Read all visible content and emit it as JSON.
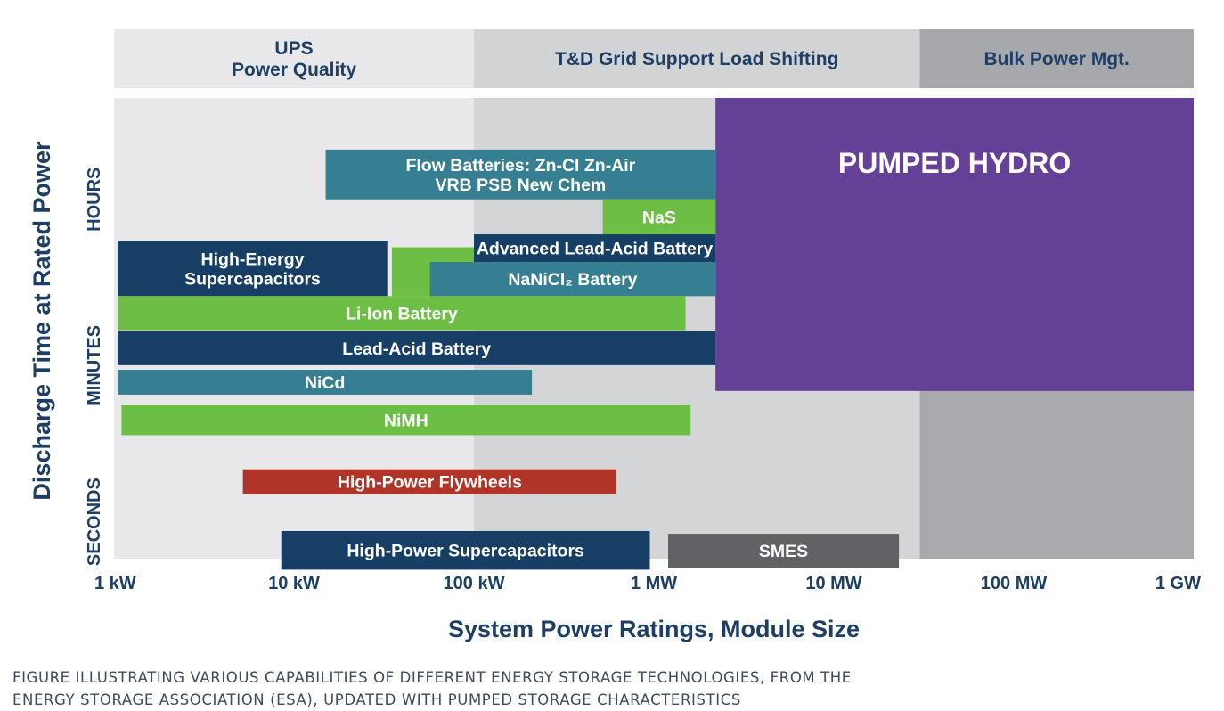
{
  "chart_data": {
    "type": "bar",
    "orientation": "horizontal-range",
    "xlabel": "System Power Ratings, Module Size",
    "ylabel": "Discharge Time at Rated Power",
    "x_scale": "log",
    "x_ticks": [
      "1 kW",
      "10 kW",
      "100 kW",
      "1 MW",
      "10 MW",
      "100 MW",
      "1 GW"
    ],
    "y_ticks": [
      "HOURS",
      "MINUTES",
      "SECONDS"
    ],
    "bands": [
      {
        "label_lines": [
          "UPS",
          "Power Quality"
        ],
        "x_start_kw": 1,
        "x_end_kw": 100,
        "header_color": "#e8e8ea",
        "body_color": "#e8e8ea"
      },
      {
        "label_lines": [
          "T&D Grid Support Load Shifting"
        ],
        "x_start_kw": 100,
        "x_end_kw": 30000,
        "header_color": "#d2d3d5",
        "body_color": "#d4d5d7"
      },
      {
        "label_lines": [
          "Bulk Power Mgt."
        ],
        "x_start_kw": 30000,
        "x_end_kw": 1000000,
        "header_color": "#a7a8ab",
        "body_color": "#a9aaad"
      }
    ],
    "technologies": [
      {
        "lines": [
          "PUMPED HYDRO"
        ],
        "x_start_kw": 2200,
        "x_end_kw": 1000000,
        "row": [
          0.0,
          3.18
        ],
        "color": "#654097",
        "label_at": 0.22
      },
      {
        "lines": [
          "Flow Batteries: Zn-Cl    Zn-Air",
          "VRB          PSB          New Chem"
        ],
        "x_start_kw": 15,
        "x_end_kw": 2200,
        "row": [
          0.56,
          1.1
        ],
        "color": "#367f92"
      },
      {
        "lines": [
          "NaS"
        ],
        "x_start_kw": 520,
        "x_end_kw": 2200,
        "row": [
          1.1,
          1.48
        ],
        "color": "#6dbe45"
      },
      {
        "lines": [
          ""
        ],
        "x_start_kw": 35,
        "x_end_kw": 100,
        "row": [
          1.62,
          2.15
        ],
        "color": "#6dbe45"
      },
      {
        "lines": [
          "High-Energy",
          "Supercapacitors"
        ],
        "x_start_kw": 1.05,
        "x_end_kw": 33,
        "row": [
          1.55,
          2.15
        ],
        "color": "#173f66"
      },
      {
        "lines": [
          "Advanced Lead-Acid Battery"
        ],
        "x_start_kw": 100,
        "x_end_kw": 2200,
        "row": [
          1.48,
          1.78
        ],
        "color": "#173f66"
      },
      {
        "lines": [
          "NaNiCl₂ Battery"
        ],
        "x_start_kw": 57,
        "x_end_kw": 2200,
        "row": [
          1.78,
          2.15
        ],
        "color": "#367f92"
      },
      {
        "lines": [
          "Li-Ion Battery"
        ],
        "x_start_kw": 1.05,
        "x_end_kw": 1500,
        "row": [
          2.15,
          2.52
        ],
        "color": "#6dbe45"
      },
      {
        "lines": [
          "Lead-Acid Battery"
        ],
        "x_start_kw": 1.05,
        "x_end_kw": 2200,
        "row": [
          2.53,
          2.9
        ],
        "color": "#173f66"
      },
      {
        "lines": [
          "NiCd"
        ],
        "x_start_kw": 1.05,
        "x_end_kw": 210,
        "row": [
          2.95,
          3.22
        ],
        "color": "#367f92"
      },
      {
        "lines": [
          "NiMH"
        ],
        "x_start_kw": 1.1,
        "x_end_kw": 1600,
        "row": [
          3.33,
          3.66
        ],
        "color": "#6dbe45"
      },
      {
        "lines": [
          "High-Power Flywheels"
        ],
        "x_start_kw": 5.2,
        "x_end_kw": 620,
        "row": [
          4.03,
          4.3
        ],
        "color": "#b03427"
      },
      {
        "lines": [
          "High-Power Supercapacitors"
        ],
        "x_start_kw": 8.5,
        "x_end_kw": 950,
        "row": [
          4.7,
          5.12
        ],
        "color": "#173f66"
      },
      {
        "lines": [
          "SMES"
        ],
        "x_start_kw": 1200,
        "x_end_kw": 23000,
        "row": [
          4.73,
          5.1
        ],
        "color": "#616265"
      }
    ],
    "colors": {
      "axis_text": "#1d3f66",
      "caption_text": "#3d4b5c"
    }
  },
  "caption": {
    "lines": [
      "FIGURE ILLUSTRATING VARIOUS CAPABILITIES OF DIFFERENT ENERGY STORAGE TECHNOLOGIES, FROM THE",
      "ENERGY STORAGE ASSOCIATION (ESA), UPDATED WITH PUMPED STORAGE CHARACTERISTICS"
    ]
  }
}
